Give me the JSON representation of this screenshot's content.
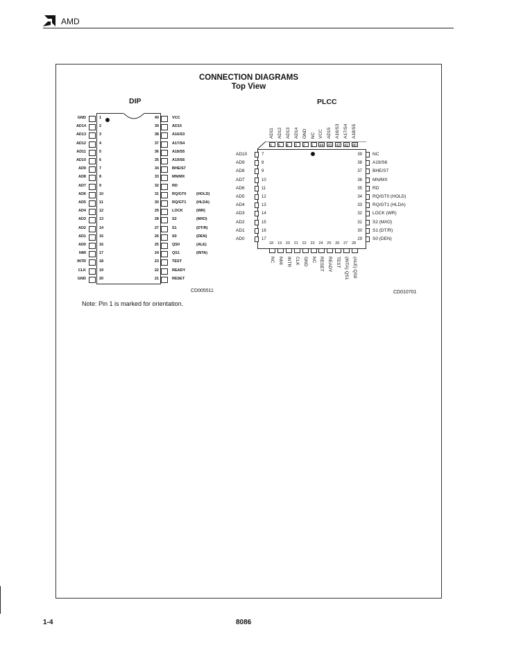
{
  "header": {
    "brand": "AMD"
  },
  "diagram": {
    "title": "CONNECTION DIAGRAMS",
    "subtitle": "Top View"
  },
  "dip": {
    "label": "DIP",
    "code": "CD005511",
    "left_pins": [
      {
        "num": "1",
        "name": "GND"
      },
      {
        "num": "2",
        "name": "AD14"
      },
      {
        "num": "3",
        "name": "AD13"
      },
      {
        "num": "4",
        "name": "AD12"
      },
      {
        "num": "5",
        "name": "AD11"
      },
      {
        "num": "6",
        "name": "AD10"
      },
      {
        "num": "7",
        "name": "AD9"
      },
      {
        "num": "8",
        "name": "AD8"
      },
      {
        "num": "9",
        "name": "AD7"
      },
      {
        "num": "10",
        "name": "AD6"
      },
      {
        "num": "11",
        "name": "AD5"
      },
      {
        "num": "12",
        "name": "AD4"
      },
      {
        "num": "13",
        "name": "AD3"
      },
      {
        "num": "14",
        "name": "AD2"
      },
      {
        "num": "15",
        "name": "AD1"
      },
      {
        "num": "16",
        "name": "AD0"
      },
      {
        "num": "17",
        "name": "NMI"
      },
      {
        "num": "18",
        "name": "INTR"
      },
      {
        "num": "19",
        "name": "CLK"
      },
      {
        "num": "20",
        "name": "GND"
      }
    ],
    "right_pins": [
      {
        "num": "40",
        "name": "VCC",
        "alt": ""
      },
      {
        "num": "39",
        "name": "AD15",
        "alt": ""
      },
      {
        "num": "38",
        "name": "A16/S3",
        "alt": ""
      },
      {
        "num": "37",
        "name": "A17/S4",
        "alt": ""
      },
      {
        "num": "36",
        "name": "A18/S5",
        "alt": ""
      },
      {
        "num": "35",
        "name": "A19/S6",
        "alt": ""
      },
      {
        "num": "34",
        "name": "BHE/S7",
        "alt": ""
      },
      {
        "num": "33",
        "name": "MN/MX",
        "alt": ""
      },
      {
        "num": "32",
        "name": "RD",
        "alt": ""
      },
      {
        "num": "31",
        "name": "RQ/GT0",
        "alt": "(HOLD)"
      },
      {
        "num": "30",
        "name": "RQ/GT1",
        "alt": "(HLDA)"
      },
      {
        "num": "29",
        "name": "LOCK",
        "alt": "(WR)"
      },
      {
        "num": "28",
        "name": "S2",
        "alt": "(M/IO)"
      },
      {
        "num": "27",
        "name": "S1",
        "alt": "(DT/R)"
      },
      {
        "num": "26",
        "name": "S0",
        "alt": "(DEN)"
      },
      {
        "num": "25",
        "name": "QS0",
        "alt": "(ALE)"
      },
      {
        "num": "24",
        "name": "QS1",
        "alt": "(INTA)"
      },
      {
        "num": "23",
        "name": "TEST",
        "alt": ""
      },
      {
        "num": "22",
        "name": "READY",
        "alt": ""
      },
      {
        "num": "21",
        "name": "RESET",
        "alt": ""
      }
    ]
  },
  "plcc": {
    "label": "PLCC",
    "code": "CD010701",
    "top_names": [
      "AD11",
      "AD12",
      "AD13",
      "AD14",
      "GND",
      "NC",
      "VCC",
      "AD15",
      "A16/S3",
      "A17/S4",
      "A18/S5"
    ],
    "top_nums": [
      "6",
      "5",
      "4",
      "3",
      "2",
      "1",
      "44",
      "43",
      "42",
      "41",
      "40"
    ],
    "left_pins": [
      {
        "num": "7",
        "name": "AD10"
      },
      {
        "num": "8",
        "name": "AD9"
      },
      {
        "num": "9",
        "name": "AD8"
      },
      {
        "num": "10",
        "name": "AD7"
      },
      {
        "num": "11",
        "name": "AD6"
      },
      {
        "num": "12",
        "name": "AD5"
      },
      {
        "num": "13",
        "name": "AD4"
      },
      {
        "num": "14",
        "name": "AD3"
      },
      {
        "num": "15",
        "name": "AD2"
      },
      {
        "num": "16",
        "name": "AD1"
      },
      {
        "num": "17",
        "name": "AD0"
      }
    ],
    "right_pins": [
      {
        "num": "39",
        "name": "NC"
      },
      {
        "num": "38",
        "name": "A19/S6"
      },
      {
        "num": "37",
        "name": "BHE/S7"
      },
      {
        "num": "36",
        "name": "MN/MX"
      },
      {
        "num": "35",
        "name": "RD"
      },
      {
        "num": "34",
        "name": "RQ/GT0 (HOLD)"
      },
      {
        "num": "33",
        "name": "RQ/GT1 (HLDA)"
      },
      {
        "num": "32",
        "name": "LOCK (WR)"
      },
      {
        "num": "31",
        "name": "S2 (M/IO)"
      },
      {
        "num": "30",
        "name": "S1 (DT/R)"
      },
      {
        "num": "29",
        "name": "S0 (DEN)"
      }
    ],
    "bottom_nums": [
      "18",
      "19",
      "20",
      "21",
      "22",
      "23",
      "24",
      "25",
      "26",
      "27",
      "28"
    ],
    "bottom_names": [
      "NC",
      "NMI",
      "INTR",
      "CLK",
      "GND",
      "NC",
      "RESET",
      "READY",
      "TEST",
      "(INTA) QS1",
      "(ALE) QS0"
    ]
  },
  "note": "Note: Pin 1 is marked for orientation.",
  "footer": {
    "page": "1-4",
    "part": "8086"
  }
}
